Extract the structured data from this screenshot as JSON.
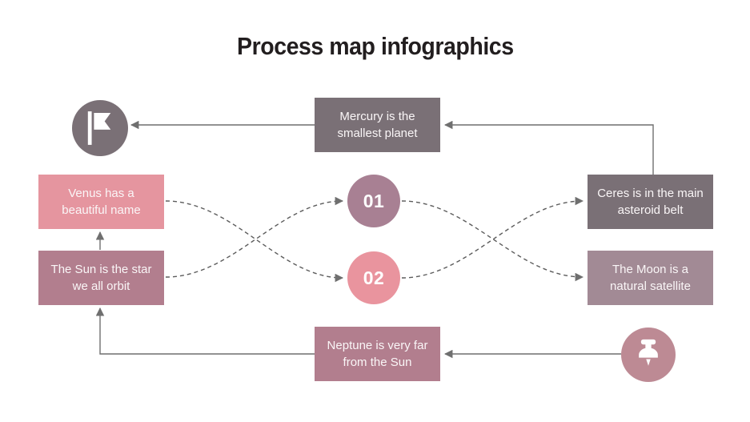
{
  "title": "Process map infographics",
  "colors": {
    "title-color": "#221e1f",
    "gray": "#7a7076",
    "pink": "#e5959f",
    "mauve": "#b27e8e",
    "moon": "#a28a95",
    "step1": "#a88093",
    "step2": "#e9949e",
    "pin": "#bd8a94",
    "line": "#6f6f6f",
    "dash": "#5c5c5c",
    "text": "#faf6f7"
  },
  "nodes": {
    "mercury": {
      "label": "Mercury is the smallest planet"
    },
    "venus": {
      "label": "Venus has a beautiful name"
    },
    "sun": {
      "label": "The Sun is the star we all orbit"
    },
    "ceres": {
      "label": "Ceres is in the main asteroid belt"
    },
    "moon": {
      "label": "The Moon is a natural satellite"
    },
    "neptune": {
      "label": "Neptune is very far from the Sun"
    }
  },
  "steps": [
    {
      "number": "01"
    },
    {
      "number": "02"
    }
  ]
}
